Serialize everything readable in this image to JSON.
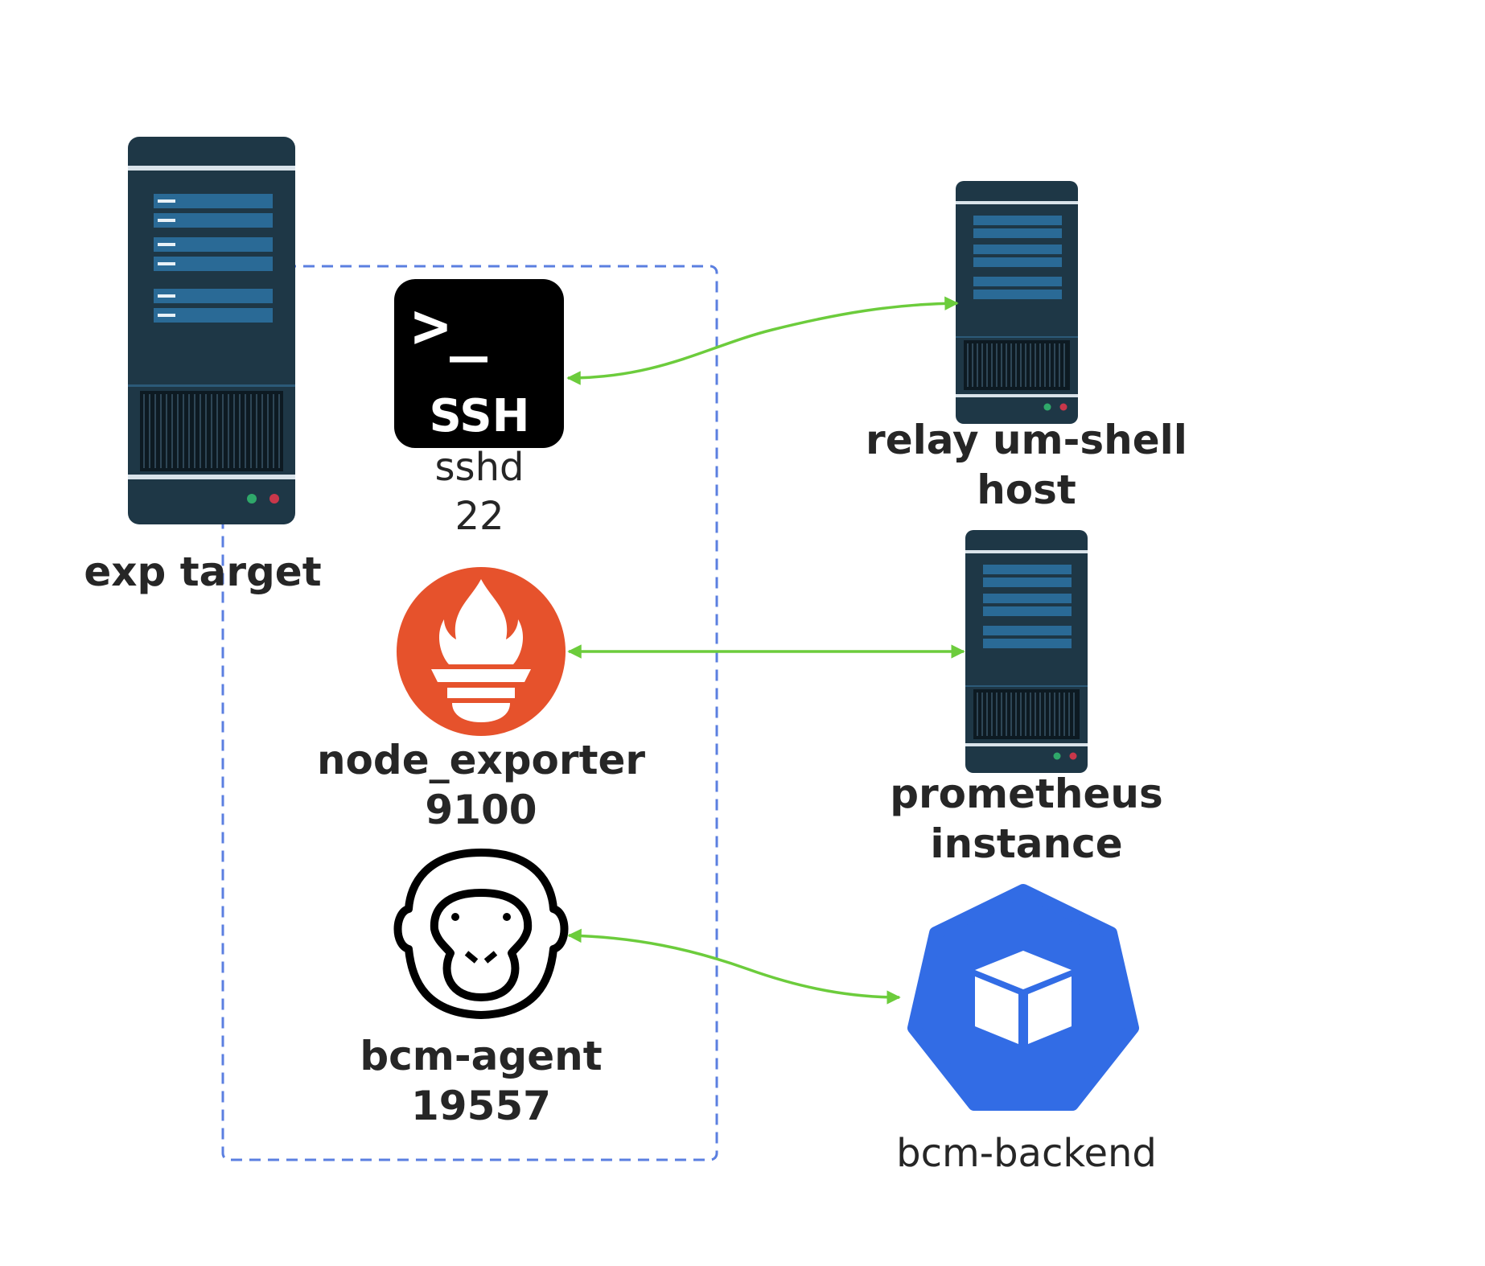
{
  "nodes": {
    "exp_target": {
      "label": "exp target",
      "icon": "server-icon"
    },
    "sshd": {
      "label_line1": "sshd",
      "label_line2": "22",
      "icon": "ssh-terminal-icon",
      "icon_prompt": ">_",
      "icon_text": "SSH"
    },
    "node_exporter": {
      "label_line1": "node_exporter",
      "label_line2": "9100",
      "icon": "prometheus-icon"
    },
    "bcm_agent": {
      "label_line1": "bcm-agent",
      "label_line2": "19557",
      "icon": "gorilla-icon"
    },
    "relay_host": {
      "label_line1": "relay um-shell",
      "label_line2": "host",
      "icon": "server-icon"
    },
    "prometheus_instance": {
      "label_line1": "prometheus",
      "label_line2": "instance",
      "icon": "server-icon"
    },
    "bcm_backend": {
      "label": "bcm-backend",
      "icon": "kubernetes-cube-icon"
    }
  },
  "edges": [
    {
      "from": "sshd",
      "to": "relay_host",
      "bidirectional": true
    },
    {
      "from": "node_exporter",
      "to": "prometheus_instance",
      "bidirectional": true
    },
    {
      "from": "bcm_agent",
      "to": "bcm_backend",
      "bidirectional": true
    }
  ],
  "colors": {
    "server_body": "#1e3746",
    "server_panel": "#2a6a96",
    "group_border": "#5b7fe0",
    "edge": "#6ccc3c",
    "prometheus": "#e6522c",
    "kubernetes": "#326ce5",
    "text": "#262626"
  }
}
